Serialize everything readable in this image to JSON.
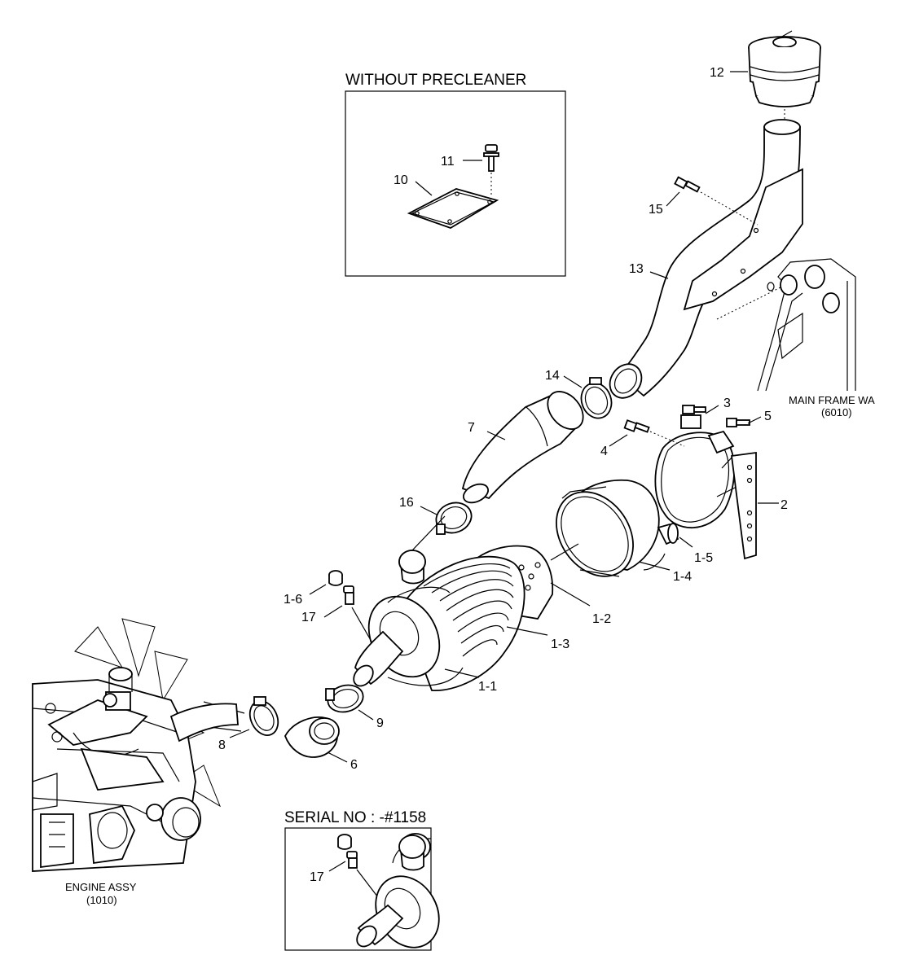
{
  "insets": {
    "without_precleaner": "WITHOUT PRECLEANER",
    "serial_no": "SERIAL NO : -#1158"
  },
  "references": {
    "main_frame_name": "MAIN FRAME WA",
    "main_frame_code": "(6010)",
    "engine_assy_name": "ENGINE ASSY",
    "engine_assy_code": "(1010)"
  },
  "callouts": {
    "p1_1": "1-1",
    "p1_2": "1-2",
    "p1_3": "1-3",
    "p1_4": "1-4",
    "p1_5": "1-5",
    "p1_6": "1-6",
    "p2": "2",
    "p3": "3",
    "p4": "4",
    "p5": "5",
    "p6": "6",
    "p7": "7",
    "p8": "8",
    "p9": "9",
    "p10": "10",
    "p11": "11",
    "p12": "12",
    "p13": "13",
    "p14": "14",
    "p15": "15",
    "p16": "16",
    "p17": "17",
    "p17_inset": "17"
  }
}
